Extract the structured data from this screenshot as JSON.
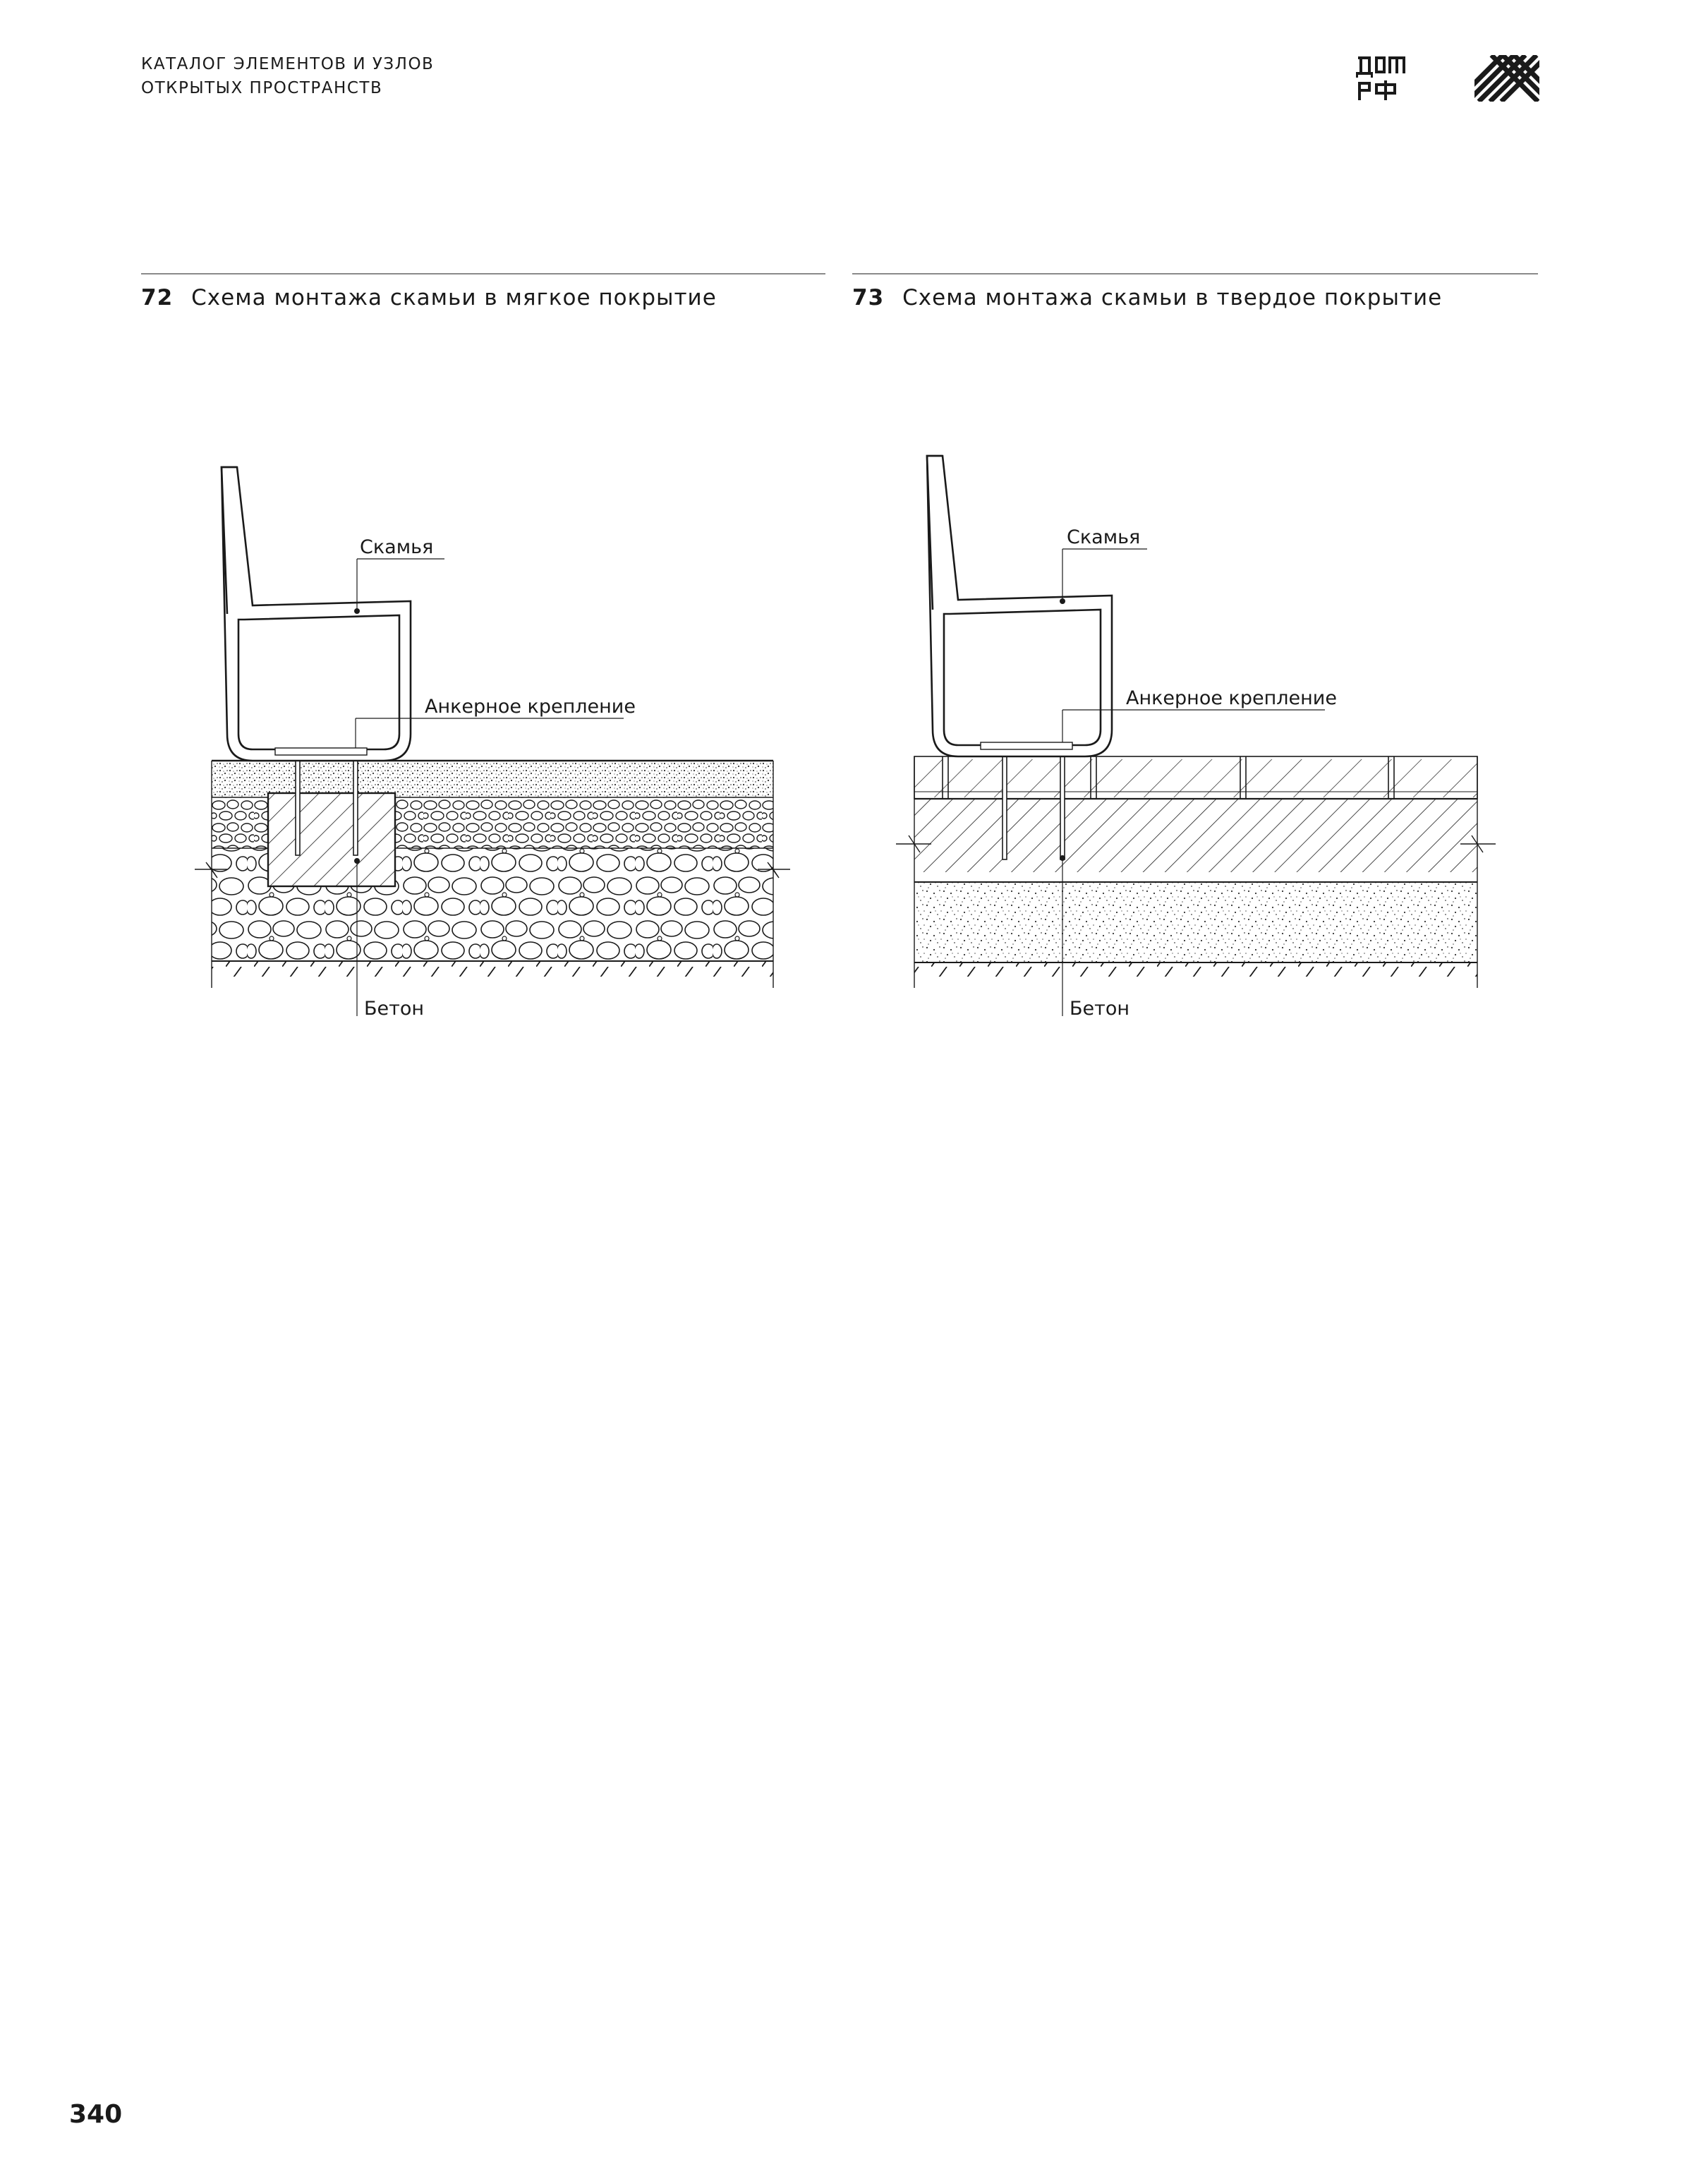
{
  "header": {
    "line1": "КАТАЛОГ ЭЛЕМЕНТОВ И УЗЛОВ",
    "line2": "ОТКРЫТЫХ ПРОСТРАНСТВ"
  },
  "logos": {
    "dom_rf": {
      "icon": "dom-rf-logo-icon"
    },
    "hatch": {
      "icon": "diagonal-hatch-logo-icon"
    }
  },
  "figures": [
    {
      "number": "72",
      "title": "Схема монтажа скамьи в мягкое покрытие",
      "labels": {
        "bench": "Скамья",
        "anchor": "Анкерное крепление",
        "concrete": "Бетон"
      }
    },
    {
      "number": "73",
      "title": "Схема монтажа скамьи в твердое покрытие",
      "labels": {
        "bench": "Скамья",
        "anchor": "Анкерное крепление",
        "concrete": "Бетон"
      }
    }
  ],
  "page": {
    "number": "340"
  },
  "colors": {
    "ink": "#1a1a1a",
    "rule": "#8a8a8a"
  }
}
